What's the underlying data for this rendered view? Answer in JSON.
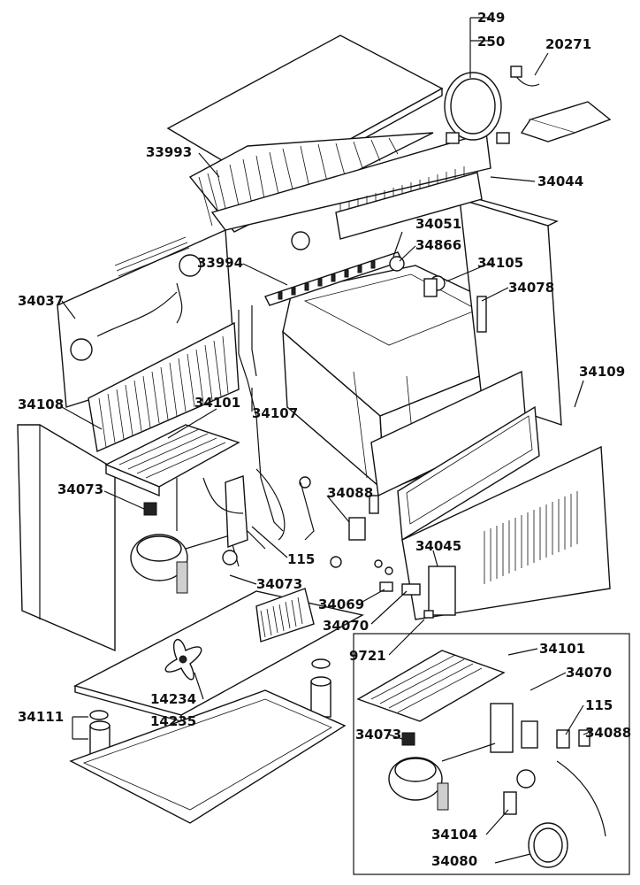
{
  "labels": {
    "p249": "249",
    "p250": "250",
    "p20271": "20271",
    "p33993": "33993",
    "p34044": "34044",
    "p34051": "34051",
    "p34866": "34866",
    "p33994": "33994",
    "p34105": "34105",
    "p34037": "34037",
    "p34078": "34078",
    "p34109": "34109",
    "p34108": "34108",
    "p34101a": "34101",
    "p34107": "34107",
    "p34073a": "34073",
    "p34088a": "34088",
    "p115a": "115",
    "p34045": "34045",
    "p34073b": "34073",
    "p34069": "34069",
    "p34070a": "34070",
    "p9721": "9721",
    "p34101b": "34101",
    "p34070b": "34070",
    "p14234": "14234",
    "p14235": "14235",
    "p34111": "34111",
    "p115b": "115",
    "p34088b": "34088",
    "p34073c": "34073",
    "p34104": "34104",
    "p34080": "34080"
  }
}
